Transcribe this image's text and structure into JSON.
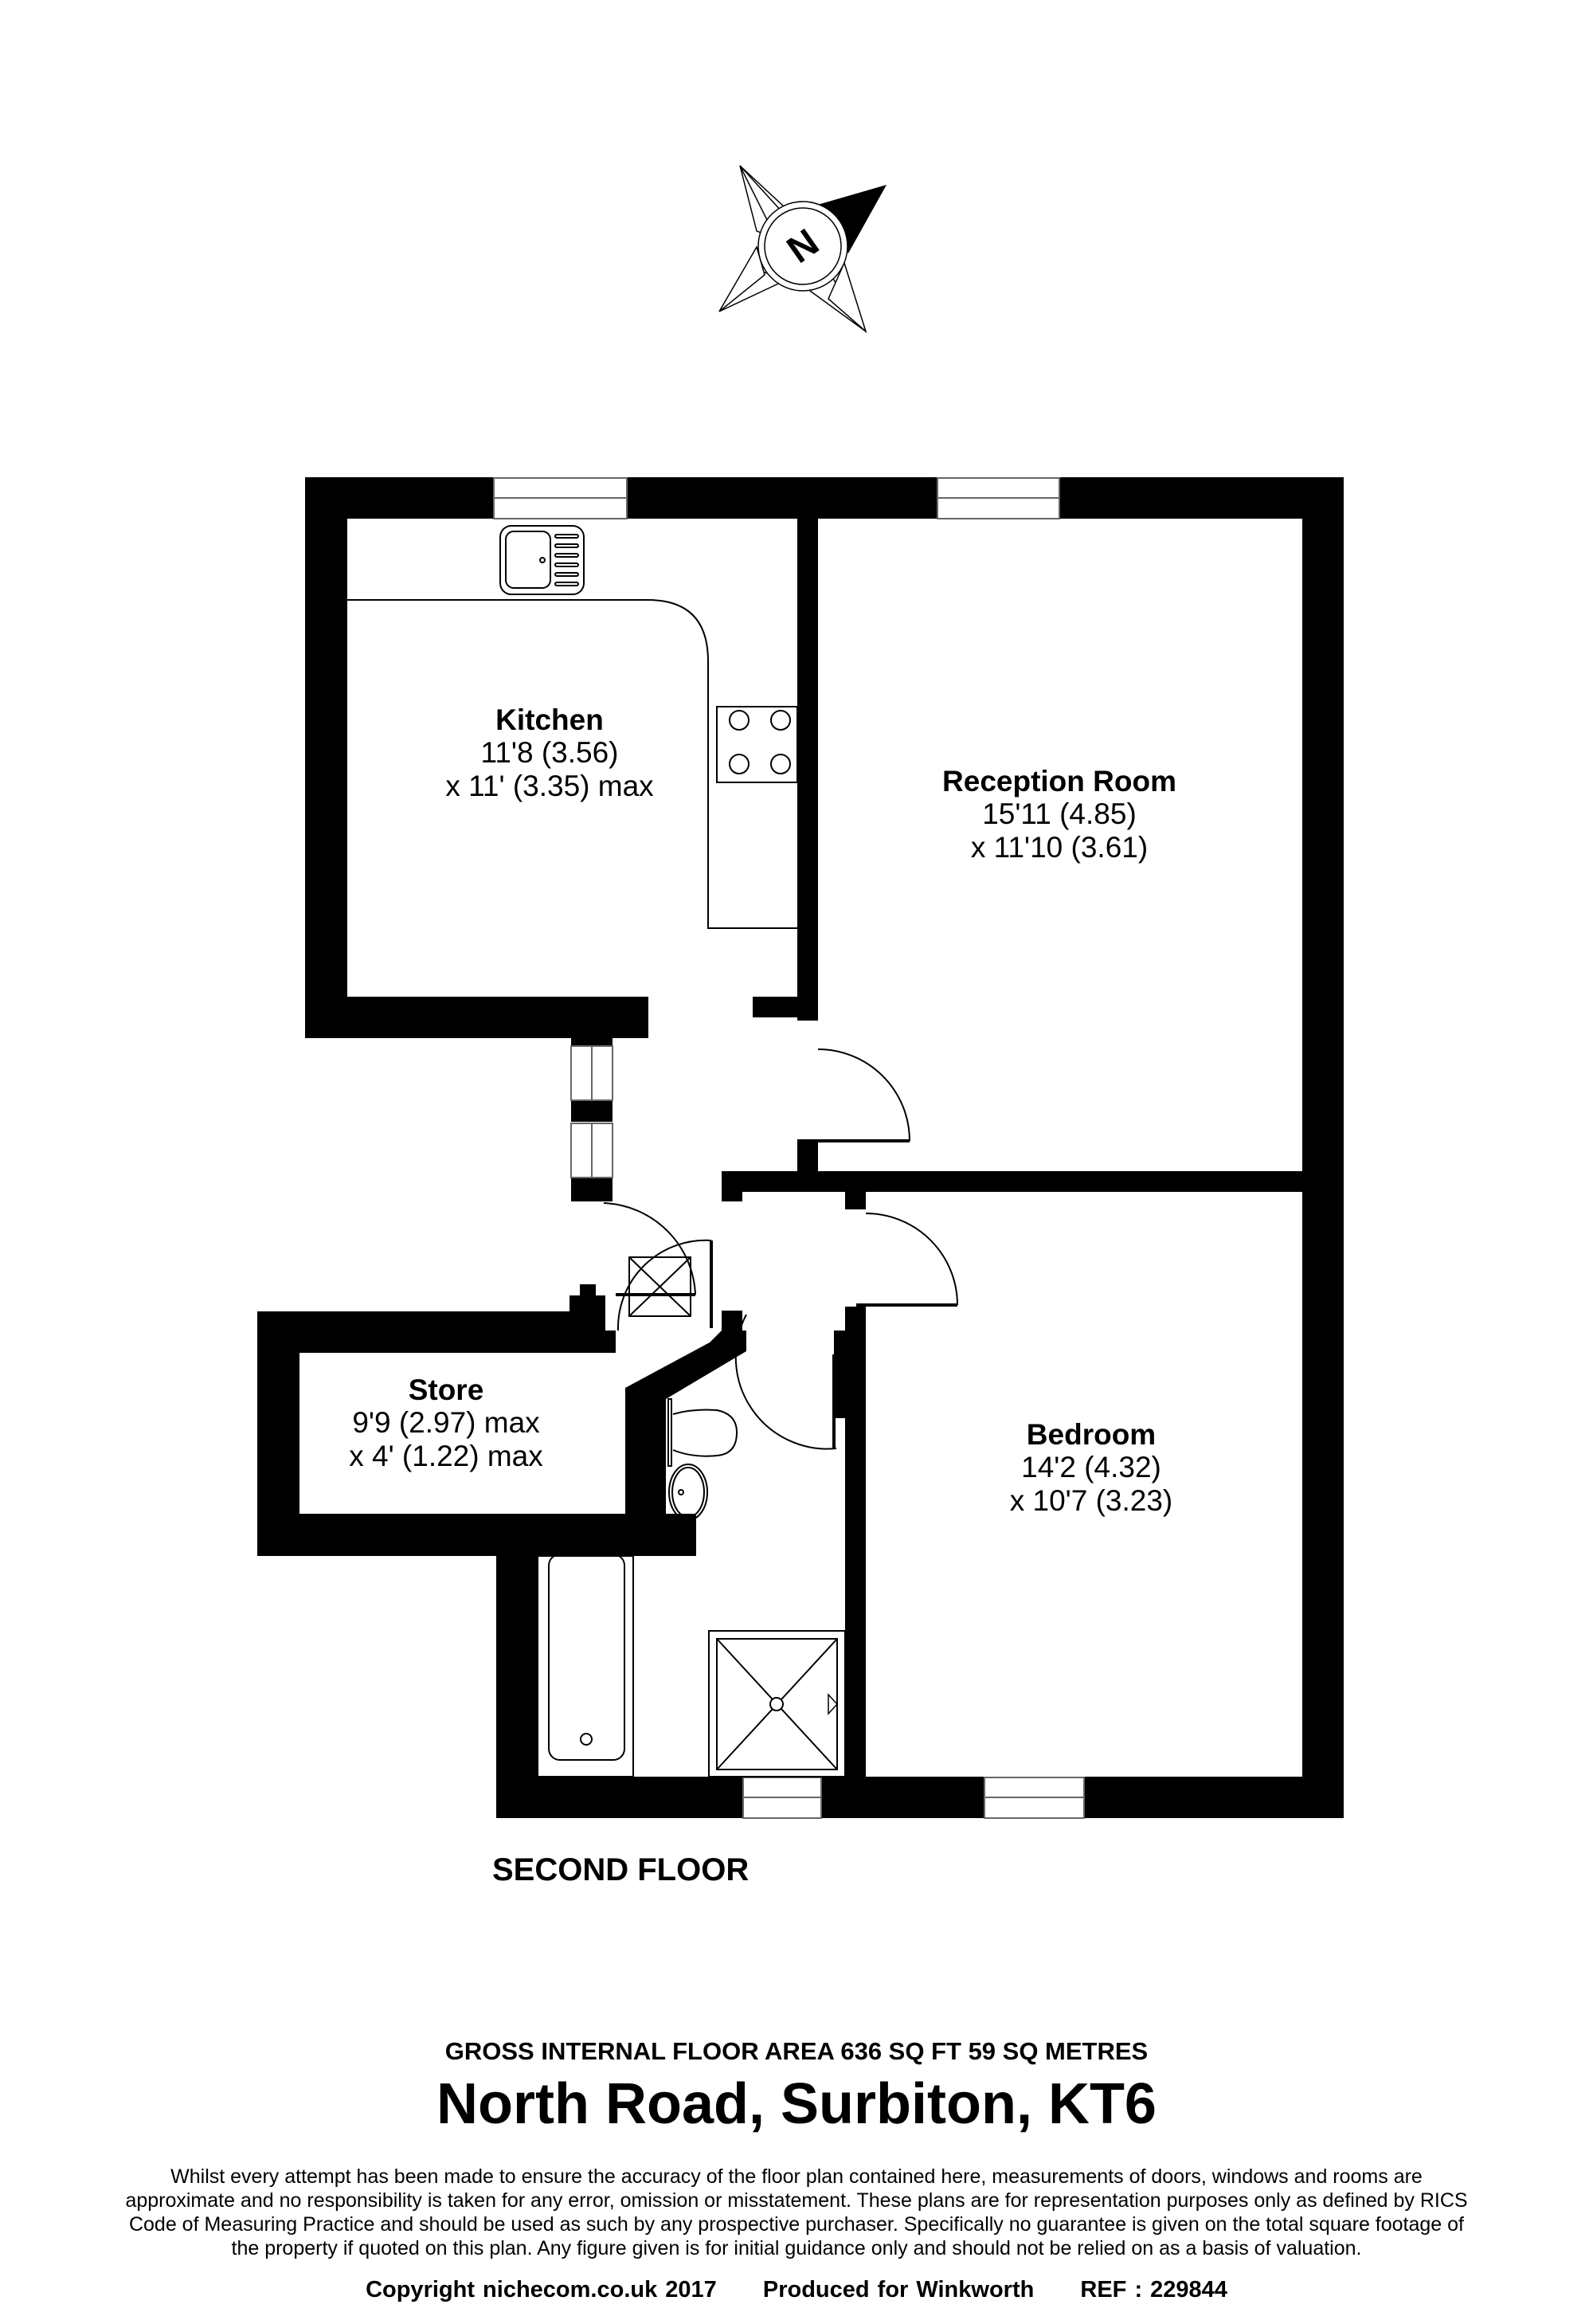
{
  "compass": {
    "label": "N",
    "icon": "north-arrow-compass-icon"
  },
  "rooms": {
    "kitchen": {
      "name": "Kitchen",
      "dim1": "11'8 (3.56)",
      "dim2": "x 11' (3.35) max"
    },
    "reception": {
      "name": "Reception Room",
      "dim1": "15'11 (4.85)",
      "dim2": "x 11'10 (3.61)"
    },
    "store": {
      "name": "Store",
      "dim1": "9'9 (2.97) max",
      "dim2": "x 4' (1.22) max"
    },
    "bedroom": {
      "name": "Bedroom",
      "dim1": "14'2 (4.32)",
      "dim2": "x 10'7 (3.23)"
    }
  },
  "fixtures": [
    "sink-drainer",
    "hob",
    "toilet",
    "wash-basin",
    "bath",
    "shower-tray",
    "cupboard"
  ],
  "floor_label": "SECOND FLOOR",
  "footer": {
    "gross_area": "GROSS INTERNAL FLOOR AREA 636 SQ FT 59 SQ METRES",
    "address": "North Road, Surbiton, KT6",
    "disclaimer_lines": [
      "Whilst every attempt has been made to ensure the accuracy of the floor plan contained here, measurements of doors, windows and rooms are",
      "approximate and no responsibility is taken for any error, omission or misstatement. These plans are for representation purposes only as defined by RICS",
      "Code of Measuring Practice and should be used as such by any prospective purchaser.  Specifically no guarantee is given on the total square footage of",
      "the property if quoted on this plan. Any figure given is for initial guidance only and should not be relied on as a basis of valuation."
    ],
    "copyright": "Copyright nichecom.co.uk 2017",
    "produced_for": "Produced for Winkworth",
    "ref": "REF : 229844"
  },
  "colors": {
    "wall": "#000000",
    "background": "#ffffff",
    "fixture_line": "#555555"
  }
}
